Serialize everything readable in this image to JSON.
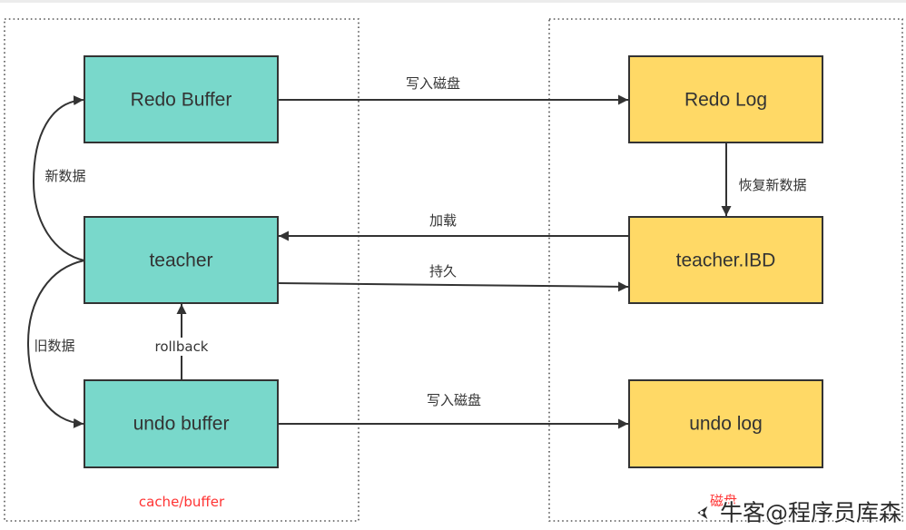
{
  "regions": {
    "memory_label": "cache/buffer",
    "disk_label": "磁盘"
  },
  "nodes": {
    "redo_buffer": "Redo Buffer",
    "teacher": "teacher",
    "undo_buffer": "undo buffer",
    "redo_log": "Redo Log",
    "teacher_ibd": "teacher.IBD",
    "undo_log": "undo log"
  },
  "edges": {
    "redo_buffer_to_redo_log": "写入磁盘",
    "redo_log_to_teacher_ibd": "恢复新数据",
    "teacher_ibd_to_teacher": "加载",
    "teacher_to_teacher_ibd": "持久",
    "undo_buffer_to_teacher": "rollback",
    "undo_buffer_to_undo_log": "写入磁盘",
    "teacher_to_redo_buffer": "新数据",
    "teacher_to_undo_buffer": "旧数据"
  },
  "watermark": {
    "text": "牛客@程序员库森",
    "icon": "nowcoder-logo-icon"
  },
  "colors": {
    "memory_node_fill": "#79d8cb",
    "disk_node_fill": "#ffd966",
    "region_label": "#ff3333",
    "line": "#333333"
  }
}
